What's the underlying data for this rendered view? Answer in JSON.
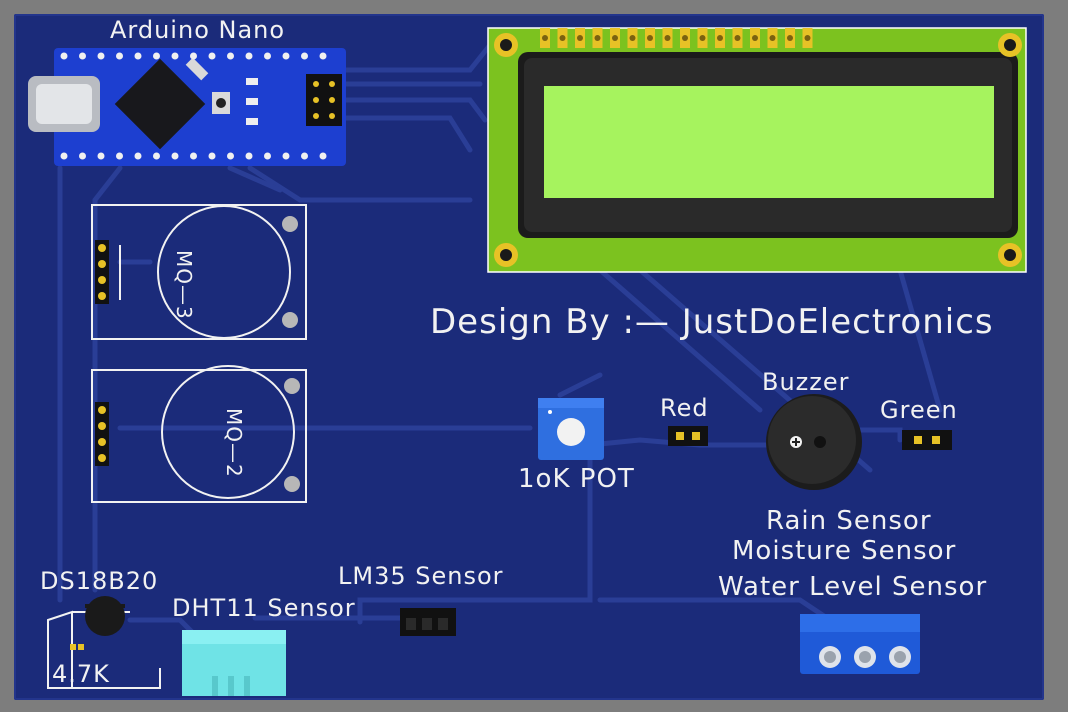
{
  "labels": {
    "arduino": "Arduino Nano",
    "design_by": "Design By :— JustDoElectronics",
    "mq3": "MQ—3",
    "mq2": "MQ—2",
    "pot": "1oK POT",
    "red": "Red",
    "buzzer": "Buzzer",
    "green": "Green",
    "rain": "Rain Sensor",
    "moisture": "Moisture Sensor",
    "water": "Water Level Sensor",
    "lm35": "LM35 Sensor",
    "dht11": "DHT11 Sensor",
    "ds18b20": "DS18B20",
    "resistor": "4.7K"
  },
  "colors": {
    "background": "#7d7d7d",
    "board": "#1b2b7a",
    "trace": "#2a3e96",
    "silkscreen": "#f2f2f2",
    "lcd_pcb": "#7cc21f",
    "lcd_screen": "#a6f35e",
    "nano_pcb": "#1d3fd0",
    "pin_gold": "#e7c226",
    "dht11": "#6fe3e6",
    "terminal_block": "#1f5ad8"
  },
  "icons": {
    "usb": "usb-c-connector-icon",
    "buzzer": "buzzer-icon",
    "pot": "trimmer-potentiometer-icon"
  }
}
